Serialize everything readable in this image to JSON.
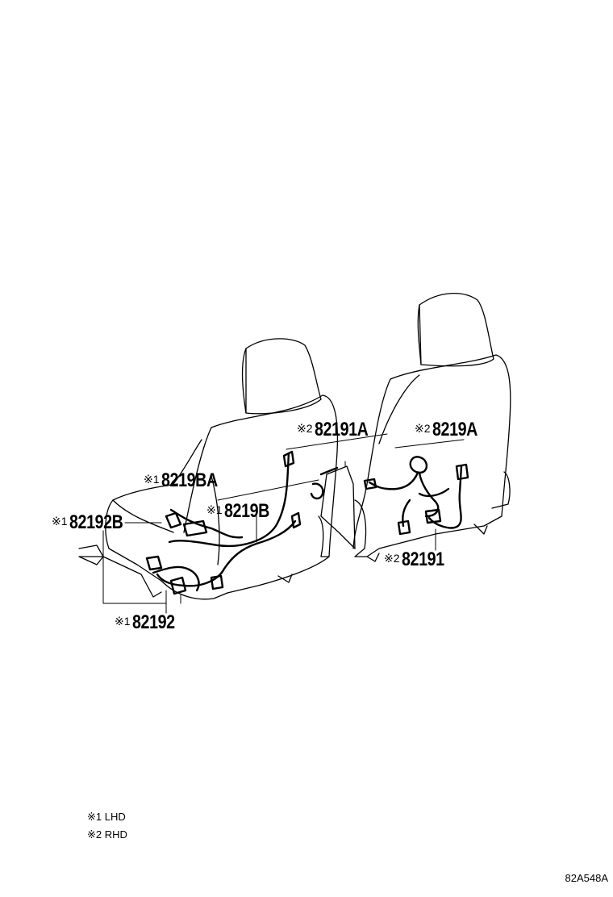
{
  "mark": "※",
  "callouts": [
    {
      "id": "c1",
      "note": "2",
      "code": "82191A"
    },
    {
      "id": "c2",
      "note": "2",
      "code": "8219A"
    },
    {
      "id": "c3",
      "note": "1",
      "code": "8219BA"
    },
    {
      "id": "c4",
      "note": "1",
      "code": "8219B"
    },
    {
      "id": "c5",
      "note": "1",
      "code": "82192B"
    },
    {
      "id": "c6",
      "note": "2",
      "code": "82191"
    },
    {
      "id": "c7",
      "note": "1",
      "code": "82192"
    }
  ],
  "legend": [
    {
      "note": "1",
      "text": "LHD"
    },
    {
      "note": "2",
      "text": "RHD"
    }
  ],
  "figure_id": "82A548A"
}
